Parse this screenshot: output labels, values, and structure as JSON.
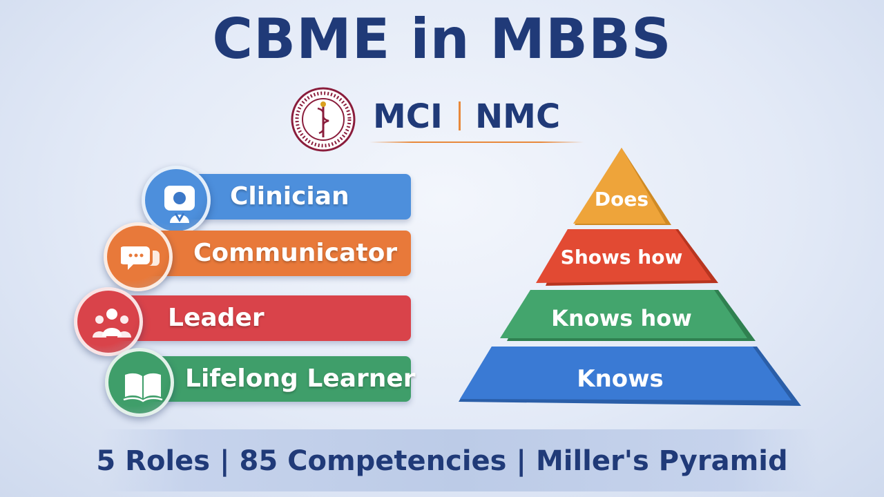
{
  "title": "CBME in MBBS",
  "orgs": {
    "primary": "MCI",
    "secondary": "NMC"
  },
  "roles": [
    {
      "label": "Clinician",
      "color": "#4d8fdc",
      "icon": "doctor-icon"
    },
    {
      "label": "Communicator",
      "color": "#e8793a",
      "icon": "speech-bubbles-icon"
    },
    {
      "label": "Leader",
      "color": "#d9434a",
      "icon": "group-icon"
    },
    {
      "label": "Lifelong Learner",
      "color": "#3f9e6a",
      "icon": "open-book-icon"
    }
  ],
  "pyramid": [
    {
      "label": "Does",
      "color": "#eea43a"
    },
    {
      "label": "Shows how",
      "color": "#e24a33"
    },
    {
      "label": "Knows how",
      "color": "#43a56d"
    },
    {
      "label": "Knows",
      "color": "#3a7ad4"
    }
  ],
  "tagline": "5 Roles | 85 Competencies | Miller's Pyramid"
}
